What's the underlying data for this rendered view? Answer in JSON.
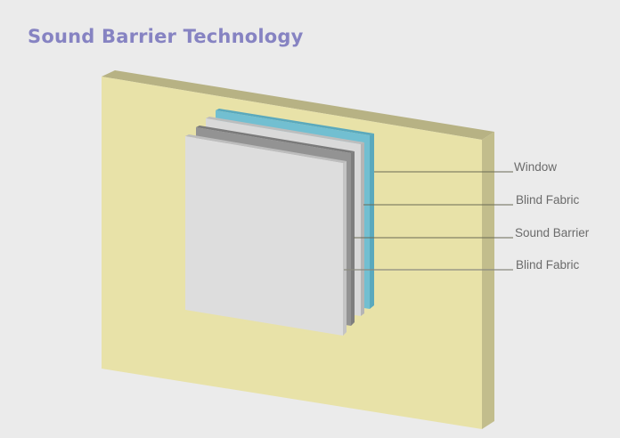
{
  "title": "Sound Barrier Technology",
  "colors": {
    "background": "#ebebeb",
    "title": "#8683c2",
    "wall_front": "#e8e2a8",
    "wall_top": "#b7b284",
    "wall_side": "#c2bd8c",
    "window": "#72bfd1",
    "window_side": "#5aa9bd",
    "blind_fabric": "#dcdcdc",
    "sound_barrier": "#939393",
    "leader_line": "#6a6a55",
    "label_text": "#6b6b6b"
  },
  "layers": [
    {
      "id": "window",
      "label": "Window"
    },
    {
      "id": "blind-fabric-back",
      "label": "Blind Fabric"
    },
    {
      "id": "sound-barrier",
      "label": "Sound Barrier"
    },
    {
      "id": "blind-fabric-front",
      "label": "Blind Fabric"
    }
  ]
}
